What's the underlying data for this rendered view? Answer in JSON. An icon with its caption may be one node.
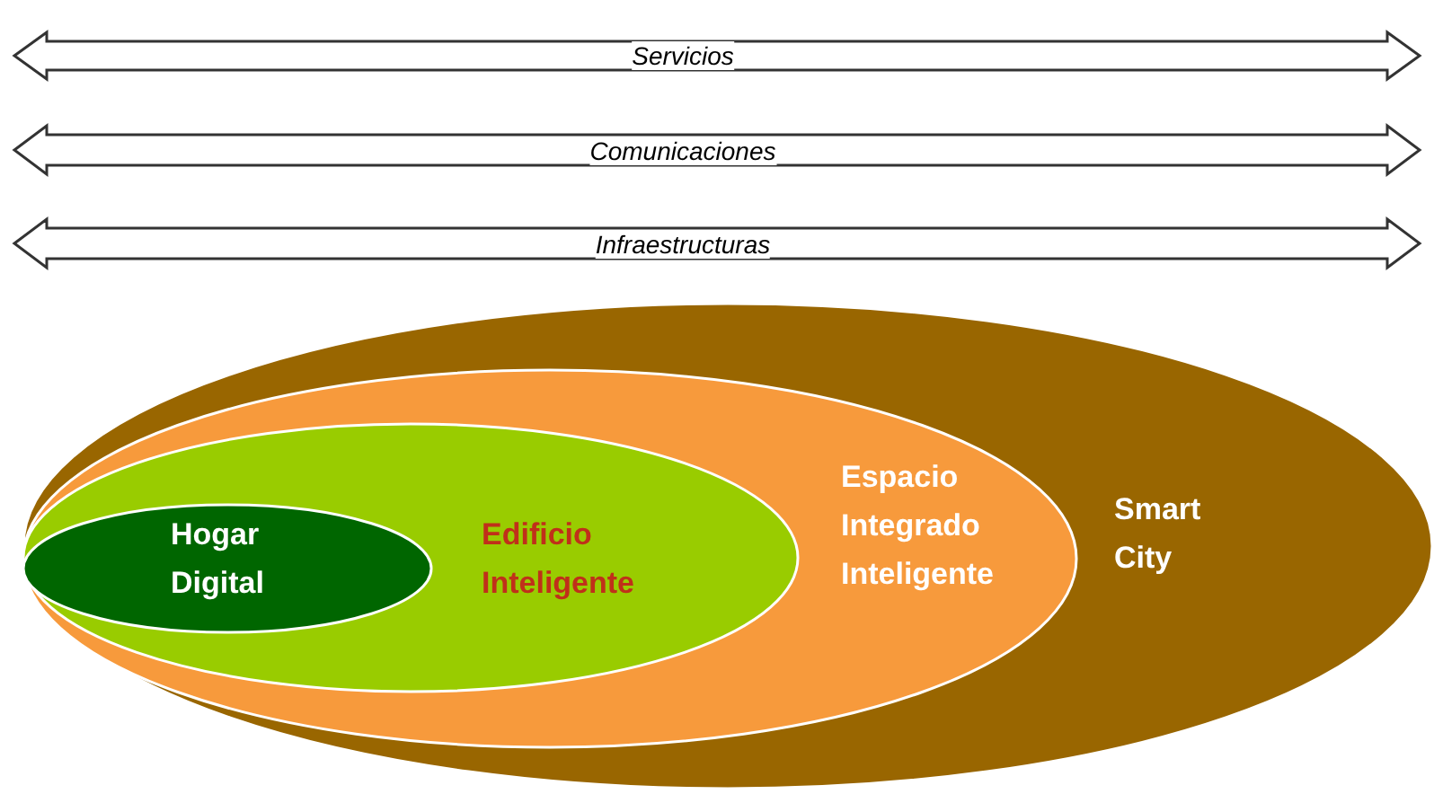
{
  "diagram": {
    "nodes": [
      {
        "text": [
          "Servicios"
        ]
      },
      {
        "text": [
          "Comunicaciones"
        ]
      },
      {
        "text": [
          "Infraestructuras"
        ]
      },
      {
        "text": [
          "Smart City"
        ]
      },
      {
        "text": [
          "Espacio Integrado Inteligente"
        ],
        "in": 3
      },
      {
        "text": [
          "Edificio Inteligente"
        ],
        "in": 4
      },
      {
        "text": [
          "Hogar Digital"
        ],
        "in": 5
      }
    ]
  }
}
